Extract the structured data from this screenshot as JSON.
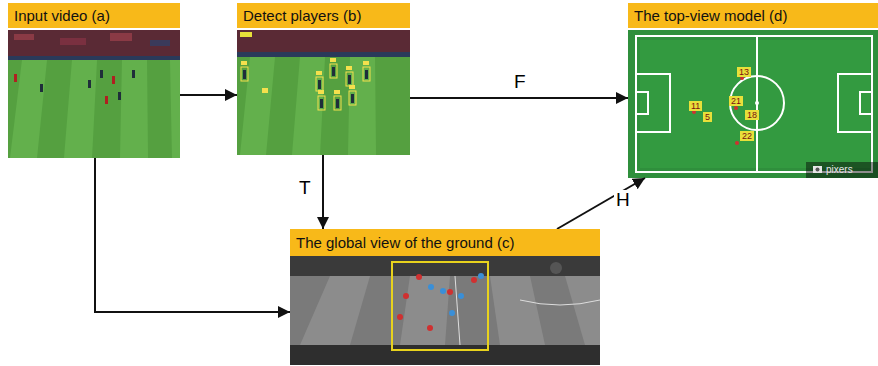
{
  "diagram": {
    "nodes": [
      {
        "text": [
          "Input video (a)"
        ]
      },
      {
        "text": [
          "Detect players (b)"
        ]
      },
      {
        "text": [
          "The top-view model (d)"
        ]
      },
      {
        "text": [
          "The global view of the ground (c)"
        ]
      }
    ],
    "edges": [
      {
        "from": 0,
        "to": 1,
        "arrow": "to"
      },
      {
        "from": 1,
        "to": 2,
        "label": "F",
        "arrow": "to"
      },
      {
        "from": 1,
        "to": 3,
        "label": "T",
        "arrow": "to"
      },
      {
        "from": 0,
        "to": 3,
        "arrow": "to"
      },
      {
        "from": 3,
        "to": 2,
        "label": "H",
        "arrow": "to"
      }
    ],
    "labels": [
      "13",
      "11",
      "5",
      "21",
      "18",
      "22",
      "pixers"
    ]
  }
}
